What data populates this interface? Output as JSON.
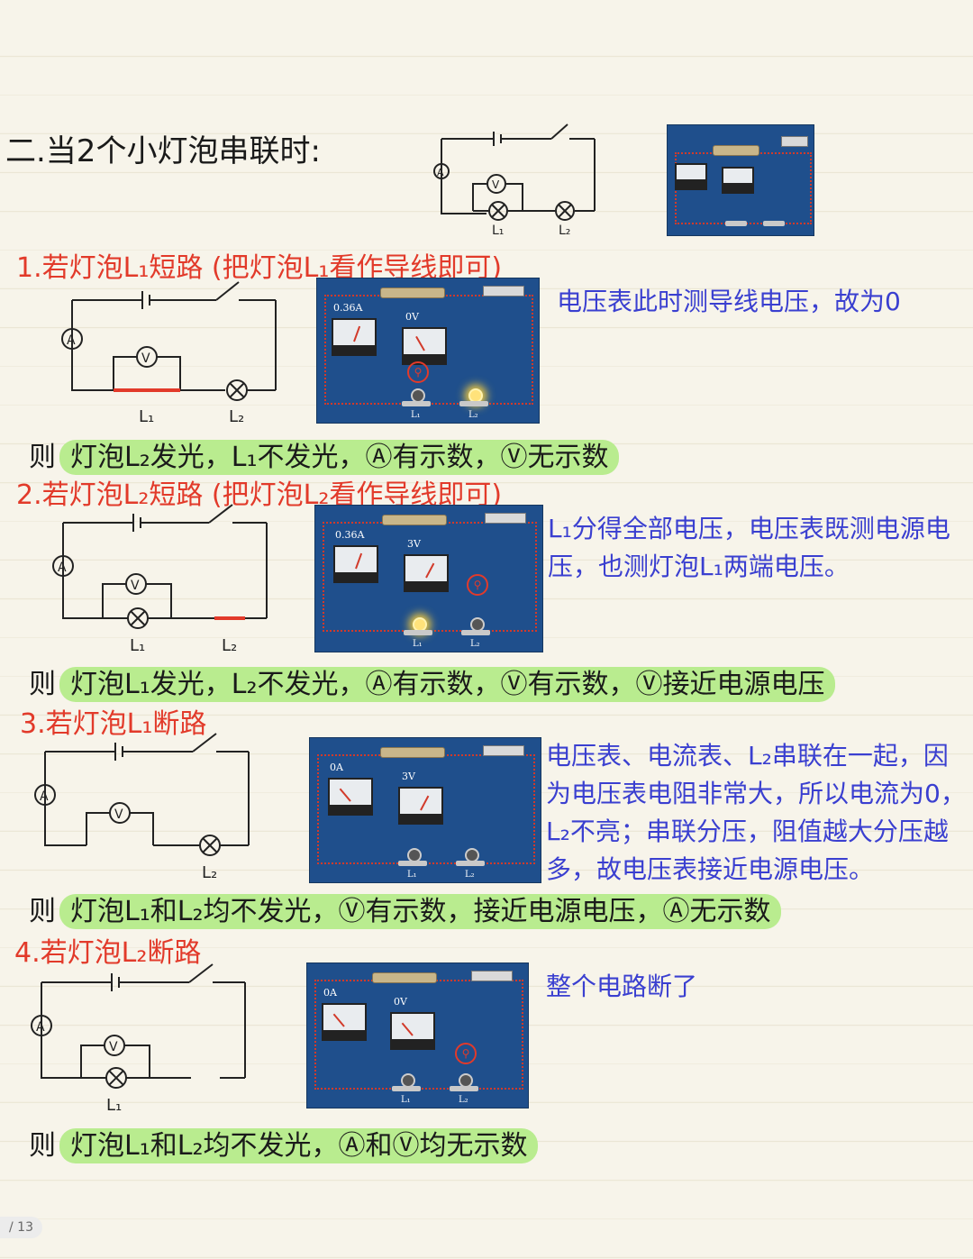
{
  "heading": "二.当2个小灯泡串联时:",
  "main_diagram": {
    "bulb_labels": [
      "L₁",
      "L₂"
    ],
    "ammeter": "A",
    "voltmeter": "V"
  },
  "sections": [
    {
      "title": "1.若灯泡L₁短路 (把灯泡L₁看作导线即可)",
      "diagram_labels": [
        "L₁",
        "L₂"
      ],
      "panel": {
        "ammeter_reading": "0.36A",
        "voltmeter_reading": "0V",
        "bulb_labels": [
          "L₁",
          "L₂"
        ]
      },
      "note": "电压表此时测导线电压，故为0",
      "conclusion_prefix": "则",
      "conclusion": "灯泡L₂发光，L₁不发光，Ⓐ有示数，Ⓥ无示数"
    },
    {
      "title": "2.若灯泡L₂短路 (把灯泡L₂看作导线即可)",
      "diagram_labels": [
        "L₁",
        "L₂"
      ],
      "panel": {
        "ammeter_reading": "0.36A",
        "voltmeter_reading": "3V",
        "bulb_labels": [
          "L₁",
          "L₂"
        ]
      },
      "note": "L₁分得全部电压，电压表既测电源电压，也测灯泡L₁两端电压。",
      "conclusion_prefix": "则",
      "conclusion": "灯泡L₁发光，L₂不发光，Ⓐ有示数，Ⓥ有示数，Ⓥ接近电源电压"
    },
    {
      "title": "3.若灯泡L₁断路",
      "diagram_labels": [
        "L₂"
      ],
      "panel": {
        "ammeter_reading": "0A",
        "voltmeter_reading": "3V",
        "bulb_labels": [
          "L₁",
          "L₂"
        ]
      },
      "note": "电压表、电流表、L₂串联在一起，因为电压表电阻非常大，所以电流为0，L₂不亮；串联分压，阻值越大分压越多，故电压表接近电源电压。",
      "conclusion_prefix": "则",
      "conclusion": "灯泡L₁和L₂均不发光，Ⓥ有示数，接近电源电压，Ⓐ无示数"
    },
    {
      "title": "4.若灯泡L₂断路",
      "diagram_labels": [
        "L₁"
      ],
      "panel": {
        "ammeter_reading": "0A",
        "voltmeter_reading": "0V",
        "bulb_labels": [
          "L₁",
          "L₂"
        ]
      },
      "note": "整个电路断了",
      "conclusion_prefix": "则",
      "conclusion": "灯泡L₁和L₂均不发光，Ⓐ和Ⓥ均无示数"
    }
  ],
  "page_indicator": "/ 13",
  "colors": {
    "title_red": "#e23a2a",
    "note_blue": "#3a3fd0",
    "highlight_green": "#b9ec8f",
    "panel_blue": "#1f4f8c"
  }
}
